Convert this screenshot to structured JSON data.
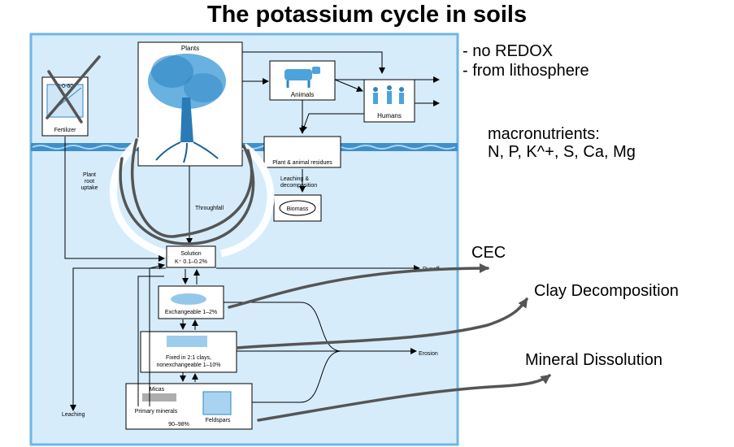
{
  "title": "The potassium cycle in soils",
  "notes": {
    "line1": "- no REDOX",
    "line2": "- from lithosphere",
    "macro_heading": "macronutrients:",
    "macro_list": "N, P, K^+, S, Ca, Mg"
  },
  "annotations": {
    "cec": "CEC",
    "clay": "Clay Decomposition",
    "mineral": "Mineral Dissolution"
  },
  "diagram": {
    "plants": "Plants",
    "animals": "Animals",
    "humans": "Humans",
    "fertilizer": "Fertilizer",
    "fertilizer_bag": "0-0-60",
    "plant_residues": "Plant & animal residues",
    "leaching_decomp_1": "Leaching &",
    "leaching_decomp_2": "decomposition",
    "biomass": "Biomass",
    "plant_root_1": "Plant",
    "plant_root_2": "root",
    "plant_root_3": "uptake",
    "throughfall": "Throughfall",
    "solution_1": "Solution",
    "solution_2": "K⁺ 0.1–0.2%",
    "runoff": "Runoff",
    "exchangeable": "Exchangeable 1–2%",
    "fixed_1": "Fixed in 2:1 clays,",
    "fixed_2": "nonexchangeable 1–10%",
    "erosion": "Erosion",
    "micas": "Micas",
    "primary_minerals": "Primary minerals",
    "feldspars": "Feldspars",
    "primary_pct": "90–98%",
    "leaching": "Leaching"
  },
  "colors": {
    "panel_bg": "#d6ecfb",
    "panel_border": "#6fb6e6",
    "water_band": "#3f8fc9",
    "pen_stroke": "#555555"
  }
}
